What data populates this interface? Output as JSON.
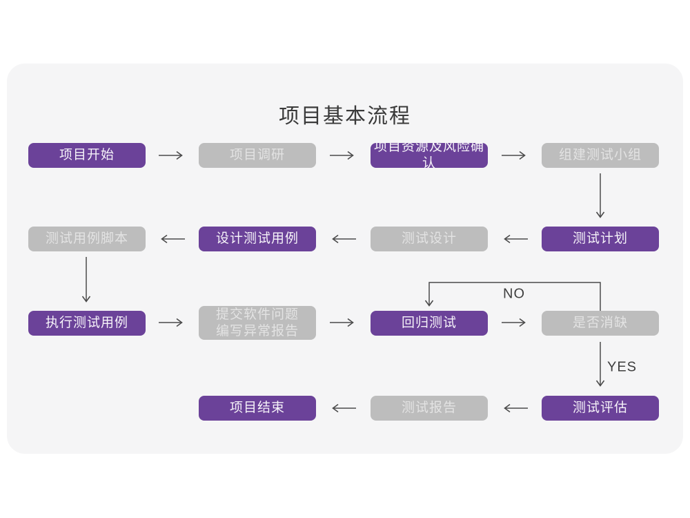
{
  "title": "项目基本流程",
  "colors": {
    "page_background": "#ffffff",
    "card_background": "#f5f5f6",
    "node_purple": "#6B4299",
    "node_gray": "#BDBDBD",
    "node_text_on_purple": "#f6f3f9",
    "node_text_on_gray": "#e3e3e3",
    "arrow": "#4a4a4a",
    "title_text": "#3a3a3a"
  },
  "flow": {
    "no_label": "NO",
    "yes_label": "YES",
    "nodes": [
      {
        "id": "project-start",
        "label": "项目开始",
        "variant": "purple"
      },
      {
        "id": "project-research",
        "label": "项目调研",
        "variant": "gray"
      },
      {
        "id": "resource-risk-confirm",
        "label": "项目资源及风险确认",
        "variant": "purple"
      },
      {
        "id": "build-test-team",
        "label": "组建测试小组",
        "variant": "gray"
      },
      {
        "id": "test-plan",
        "label": "测试计划",
        "variant": "purple"
      },
      {
        "id": "test-design",
        "label": "测试设计",
        "variant": "gray"
      },
      {
        "id": "design-test-case",
        "label": "设计测试用例",
        "variant": "purple"
      },
      {
        "id": "test-case-script",
        "label": "测试用例脚本",
        "variant": "gray"
      },
      {
        "id": "execute-test-case",
        "label": "执行测试用例",
        "variant": "purple"
      },
      {
        "id": "submit-issue-report",
        "label": "提交软件问题\n编写异常报告",
        "variant": "gray"
      },
      {
        "id": "regression-test",
        "label": "回归测试",
        "variant": "purple"
      },
      {
        "id": "defect-cleared",
        "label": "是否消缺",
        "variant": "gray"
      },
      {
        "id": "test-evaluation",
        "label": "测试评估",
        "variant": "purple"
      },
      {
        "id": "test-report",
        "label": "测试报告",
        "variant": "gray"
      },
      {
        "id": "project-end",
        "label": "项目结束",
        "variant": "purple"
      }
    ],
    "edges": [
      {
        "from": "project-start",
        "to": "project-research"
      },
      {
        "from": "project-research",
        "to": "resource-risk-confirm"
      },
      {
        "from": "resource-risk-confirm",
        "to": "build-test-team"
      },
      {
        "from": "build-test-team",
        "to": "test-plan"
      },
      {
        "from": "test-plan",
        "to": "test-design"
      },
      {
        "from": "test-design",
        "to": "design-test-case"
      },
      {
        "from": "design-test-case",
        "to": "test-case-script"
      },
      {
        "from": "test-case-script",
        "to": "execute-test-case"
      },
      {
        "from": "execute-test-case",
        "to": "submit-issue-report"
      },
      {
        "from": "submit-issue-report",
        "to": "regression-test"
      },
      {
        "from": "regression-test",
        "to": "defect-cleared"
      },
      {
        "from": "defect-cleared",
        "to": "regression-test",
        "label": "NO"
      },
      {
        "from": "defect-cleared",
        "to": "test-evaluation",
        "label": "YES"
      },
      {
        "from": "test-evaluation",
        "to": "test-report"
      },
      {
        "from": "test-report",
        "to": "project-end"
      }
    ]
  }
}
